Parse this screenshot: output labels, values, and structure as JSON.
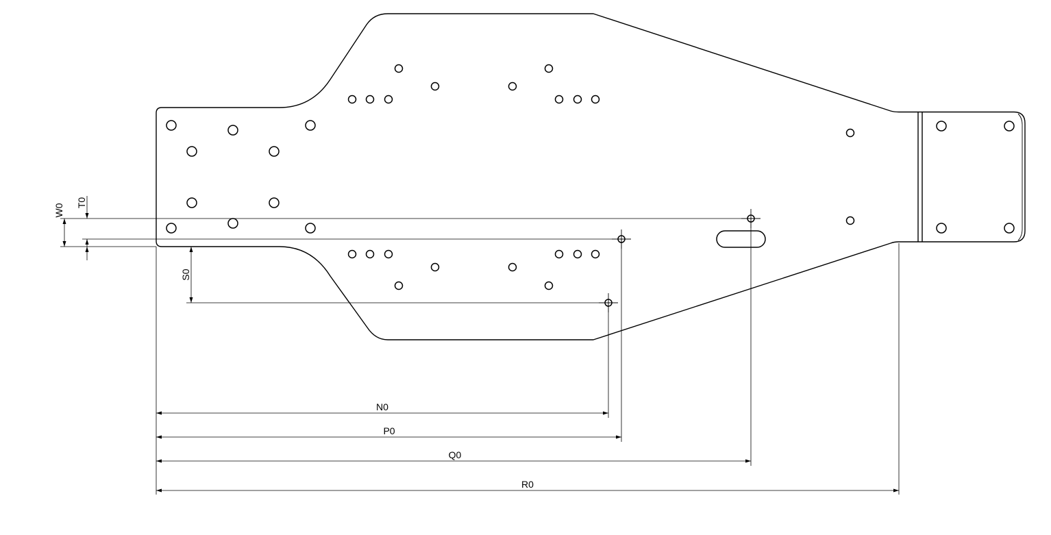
{
  "dimensions": {
    "W0": "W0",
    "T0": "T0",
    "S0": "S0",
    "N0": "N0",
    "P0": "P0",
    "Q0": "Q0",
    "R0": "R0"
  }
}
